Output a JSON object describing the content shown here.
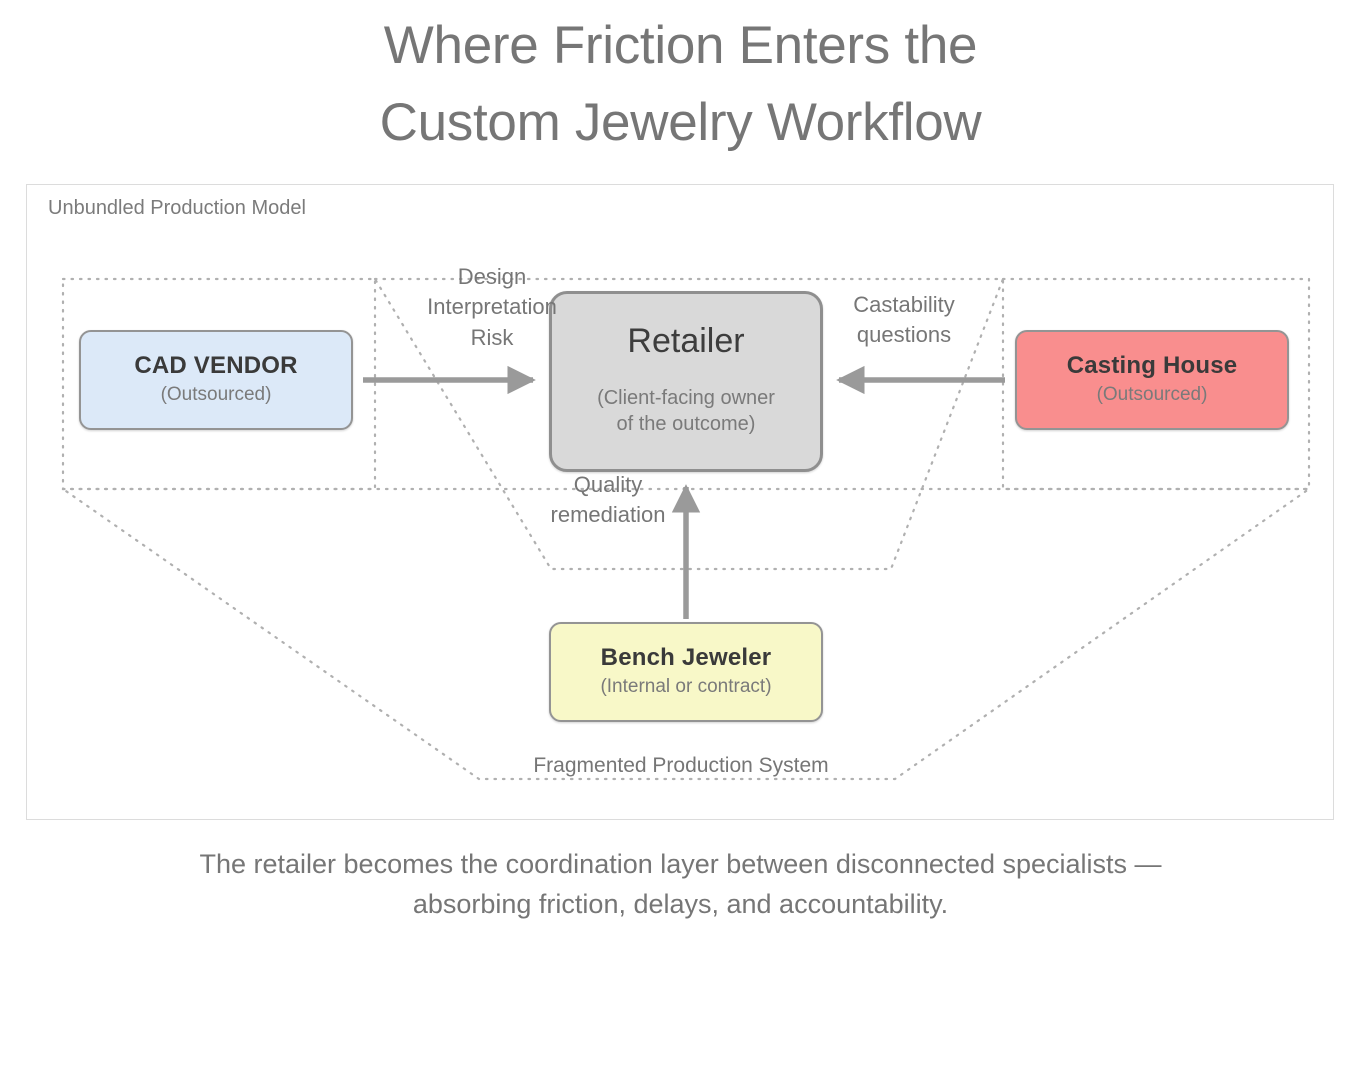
{
  "title": {
    "line1": "Where Friction Enters the",
    "line2": "Custom Jewelry Workflow"
  },
  "frame": {
    "label": "Unbundled Production Model"
  },
  "nodes": {
    "cad_vendor": {
      "name": "CAD VENDOR",
      "subtitle": "(Outsourced)",
      "fill": "#dce9f8"
    },
    "retailer": {
      "name": "Retailer",
      "subtitle_line1": "(Client-facing owner",
      "subtitle_line2": "of the outcome)",
      "fill": "#d9d9d9"
    },
    "casting": {
      "name": "Casting House",
      "subtitle": "(Outsourced)",
      "fill": "#f98e8e"
    },
    "bench": {
      "name": "Bench Jeweler",
      "subtitle": "(Internal or contract)",
      "fill": "#f8f8c8"
    }
  },
  "edge_labels": {
    "design_risk": "Design\nInterpretation\nRisk",
    "castability": "Castability\nquestions",
    "quality": "Quality\nremediation",
    "fragmented_system": "Fragmented Production System"
  },
  "caption": {
    "line1": "The retailer becomes the coordination layer between disconnected specialists —",
    "line2": "absorbing friction, delays, and accountability."
  },
  "colors": {
    "text_gray": "#767676",
    "border_gray": "#949494",
    "arrow_gray": "#9a9a9a",
    "dotted_gray": "#b0b0b0",
    "frame_border": "#dcdcdc"
  }
}
